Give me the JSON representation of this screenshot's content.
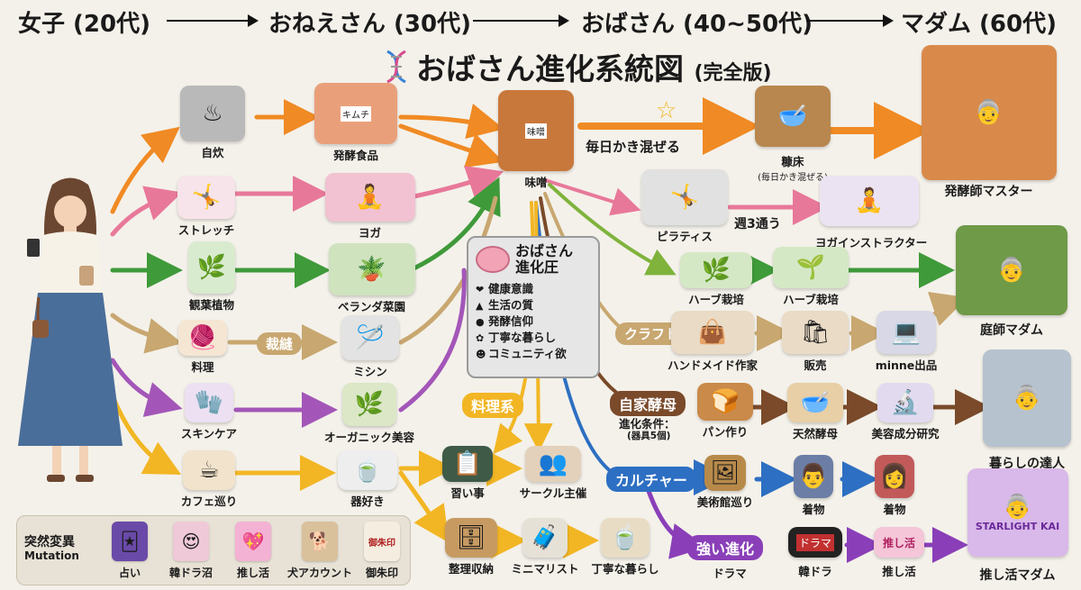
{
  "header": {
    "stages": [
      "女子 (20代)",
      "おねえさん (30代)",
      "おばさん (40~50代)",
      "マダム (60代)"
    ]
  },
  "title": {
    "main": "おばさん進化系統図",
    "suffix": "(完全版)"
  },
  "nodes": {
    "jisui": "自炊",
    "stretch": "ストレッチ",
    "kanyo": "観葉植物",
    "ryori": "料理",
    "skincare": "スキンケア",
    "cafe": "カフェ巡り",
    "hakko": "発酵食品",
    "yoga": "ヨガ",
    "veranda": "ベランダ菜園",
    "mishin": "ミシン",
    "organic": "オーガニック美容",
    "utsuwa": "器好き",
    "miso": "味噌",
    "nukadoko": "糠床",
    "nukadoko_sub": "(毎日かき混ぜる)",
    "pilates": "ピラティス",
    "yoga_instructor": "ヨガインストラクター",
    "herb1": "ハーブ栽培",
    "herb2": "ハーブ栽培",
    "handmade": "ハンドメイド作家",
    "hanbai": "販売",
    "minne": "minne出品",
    "pan": "パン作り",
    "tennen": "天然酵母",
    "biyou": "美容成分研究",
    "narai": "習い事",
    "circle": "サークル主催",
    "seiri": "整理収納",
    "minimal": "ミニマリスト",
    "teinei": "丁寧な暮らし",
    "bijutsukan": "美術館巡り",
    "kimono1": "着物",
    "kimono2": "着物",
    "drama": "ドラマ",
    "kandora": "韓ドラ",
    "oshikatsu": "推し活",
    "hakko_master": "発酵師マスター",
    "teishi_madam": "庭師マダム",
    "kurashi_tatsujin": "暮らしの達人",
    "oshikatsu_madam": "推し活マダム"
  },
  "edge_labels": {
    "saiho": "裁縫",
    "mainichi": "毎日かき混ぜる",
    "shu3": "週3通う",
    "craft": "クラフト",
    "jika": "自家酵母",
    "shinka_joken": "進化条件：",
    "shinka_joken_sub": "(器具5個)",
    "ryorikei": "料理系",
    "culture": "カルチャー",
    "tsuyoi": "強い進化"
  },
  "pressure": {
    "title_line1": "おばさん",
    "title_line2": "進化圧",
    "items": [
      "健康意識",
      "生活の質",
      "発酵信仰",
      "丁寧な暮らし",
      "コミュニティ欲"
    ]
  },
  "mutation": {
    "title_jp": "突然変異",
    "title_en": "Mutation",
    "items": [
      "占い",
      "韓ドラ沼",
      "推し活",
      "犬アカウント",
      "御朱印"
    ]
  },
  "icon_labels": {
    "mikan_jar": "キムチ",
    "miso_jar": "味噌",
    "drama_screen": "ドラマ",
    "oshi_heart": "推し活",
    "goshuin_book": "御朱印",
    "fan_text": "STARLIGHT KAI"
  },
  "colors": {
    "orange": "#f08a24",
    "pink": "#e8789a",
    "green": "#3f9a3a",
    "tan": "#c8a770",
    "purple": "#a356b8",
    "yellow": "#f2b624",
    "brown": "#7a4a2a",
    "blue": "#2d6fc2",
    "violet": "#8a3fb8",
    "olive": "#7fb33c"
  }
}
